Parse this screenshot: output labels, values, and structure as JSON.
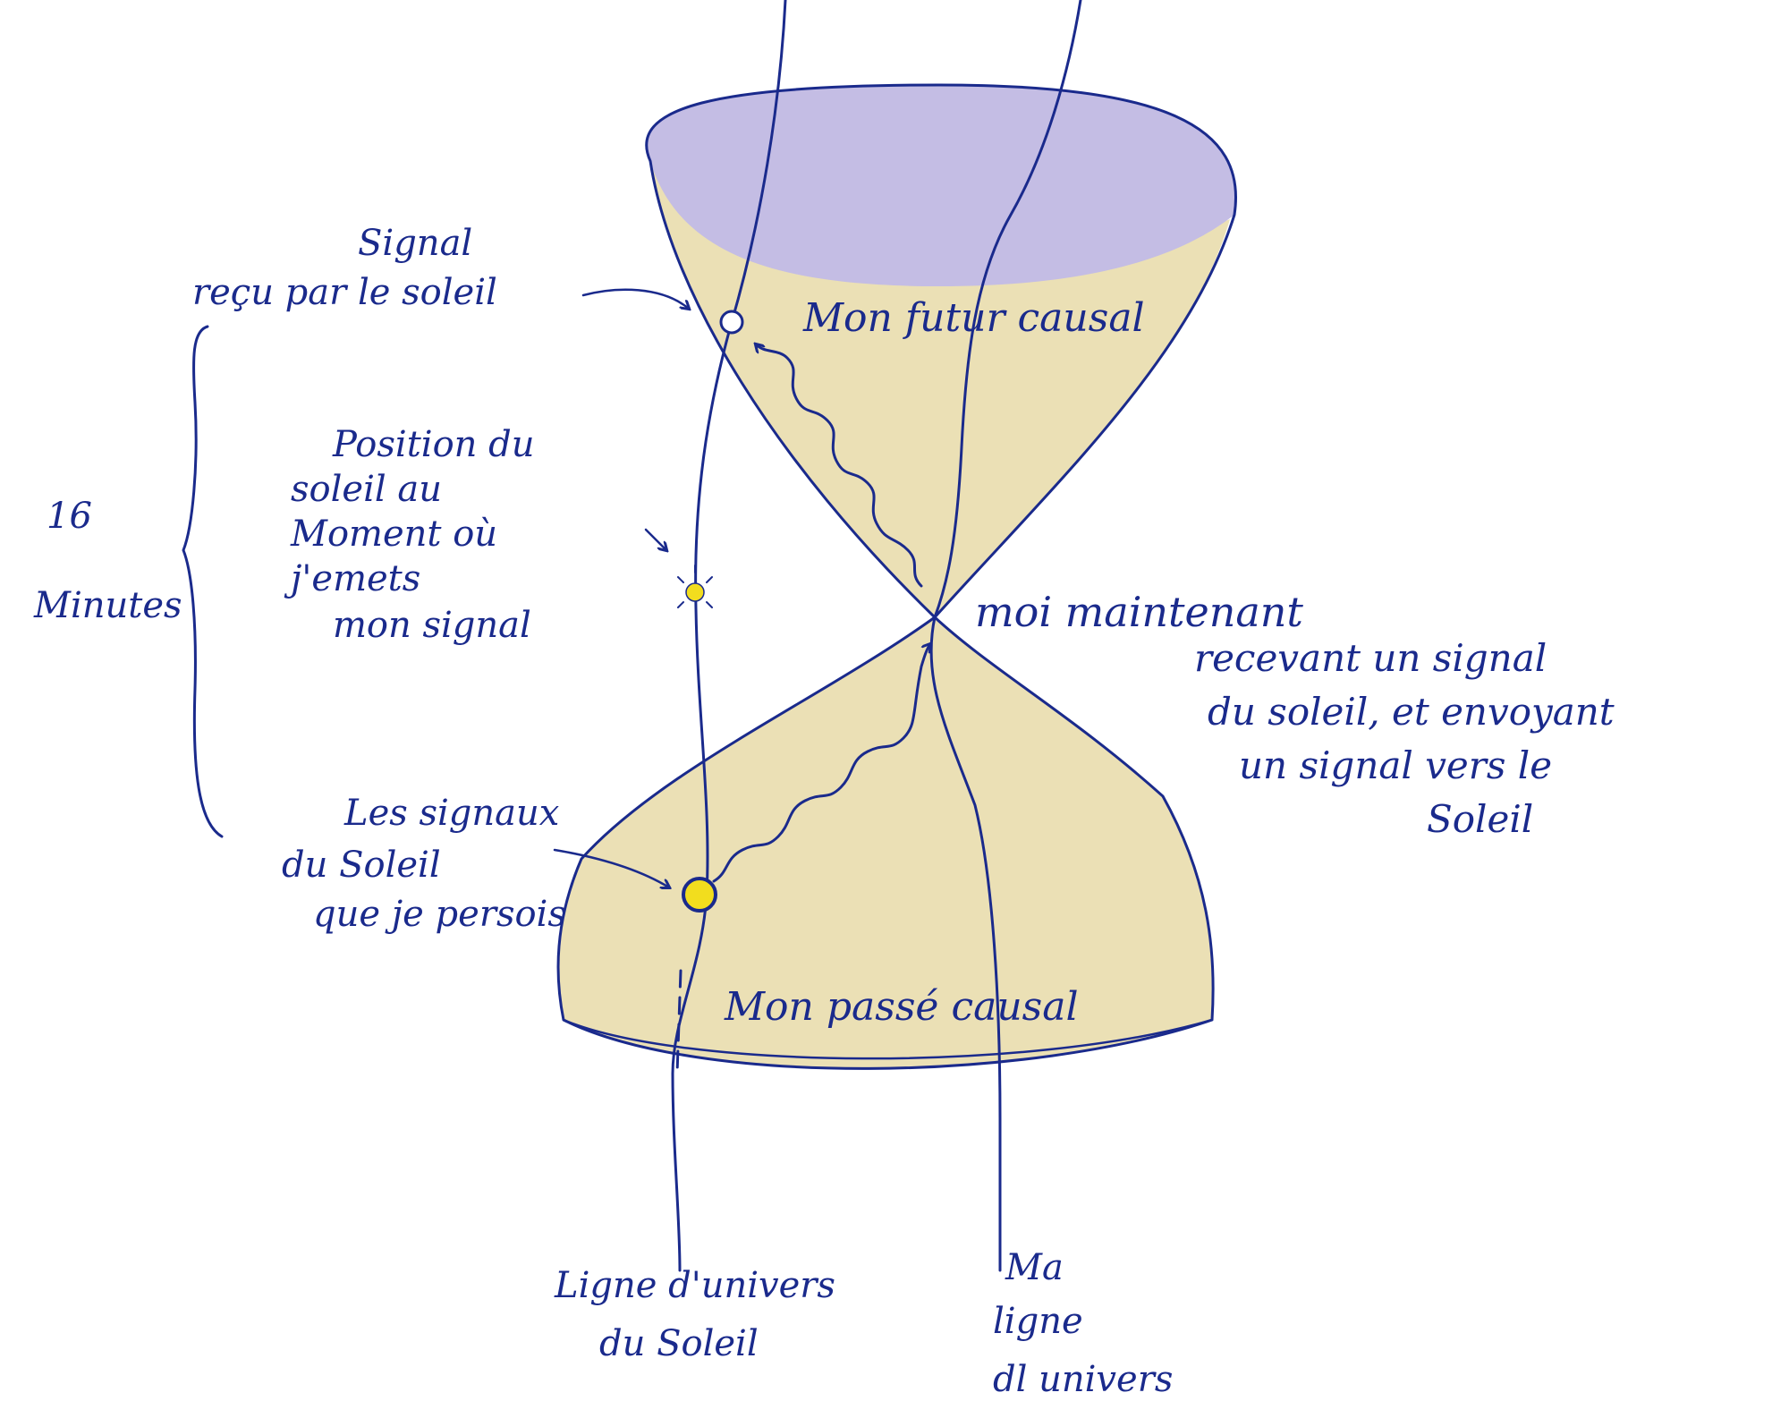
{
  "colors": {
    "ink": "#1a2a8c",
    "future_cone_fill": "#ebe0b5",
    "future_cap_fill": "#c4bde4",
    "past_cone_fill": "#ebe0b5",
    "sun_marker": "#f2dd1e"
  },
  "labels": {
    "signal_received_line1": "Signal",
    "signal_received_line2": "reçu par le soleil",
    "future_cone": "Mon futur causal",
    "sixteen": "16",
    "minutes": "Minutes",
    "sun_position_line1": "Position du",
    "sun_position_line2": "soleil au",
    "sun_position_line3": "Moment où",
    "sun_position_line4": "j'emets",
    "sun_position_line5": "mon signal",
    "me_now_line1": "moi maintenant",
    "me_now_line2": "recevant un signal",
    "me_now_line3": "du soleil, et envoyant",
    "me_now_line4": "un signal vers le",
    "me_now_line5": "Soleil",
    "signals_seen_line1": "Les signaux",
    "signals_seen_line2": "du Soleil",
    "signals_seen_line3": "que je persois",
    "past_cone": "Mon passé causal",
    "sun_worldline_line1": "Ligne d'univers",
    "sun_worldline_line2": "du Soleil",
    "my_worldline_line1": "Ma",
    "my_worldline_line2": "ligne",
    "my_worldline_line3": "dl univers"
  }
}
